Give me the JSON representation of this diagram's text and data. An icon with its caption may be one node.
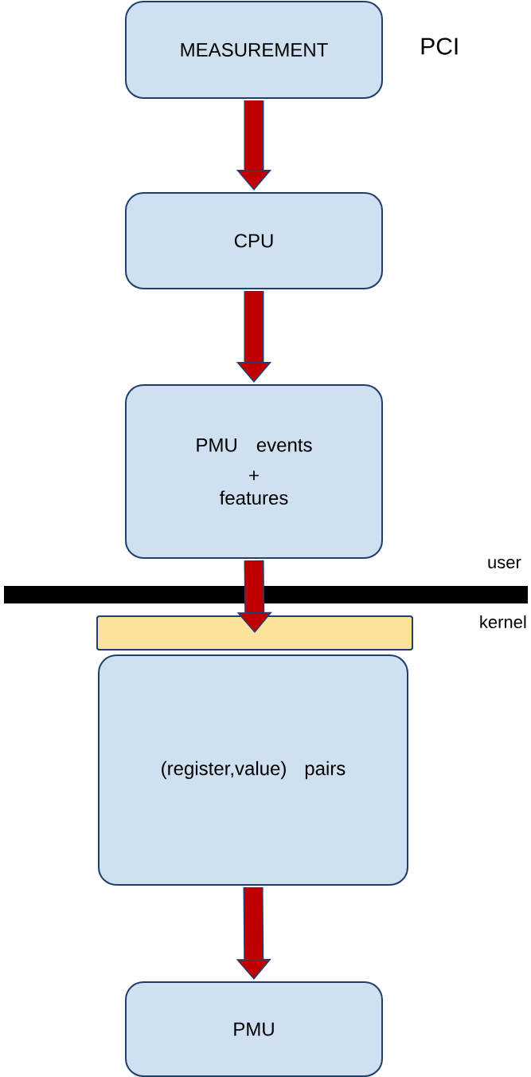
{
  "diagram": {
    "nodes": [
      {
        "text": [
          "MEASUREMENT"
        ]
      },
      {
        "text": [
          "CPU"
        ]
      },
      {
        "text": [
          "PMU events",
          "+",
          "features"
        ]
      },
      {
        "text": [],
        "shape": "bar"
      },
      {
        "text": [
          "(register,value) pairs"
        ]
      },
      {
        "text": [
          "PMU"
        ]
      }
    ],
    "edges": [
      {
        "from": 0,
        "to": 1,
        "arrow": "to"
      },
      {
        "from": 1,
        "to": 2,
        "arrow": "to"
      },
      {
        "from": 2,
        "to": 3,
        "arrow": "to"
      },
      {
        "from": 4,
        "to": 5,
        "arrow": "to"
      }
    ],
    "labels": [
      "PCI",
      "user",
      "kernel"
    ]
  }
}
